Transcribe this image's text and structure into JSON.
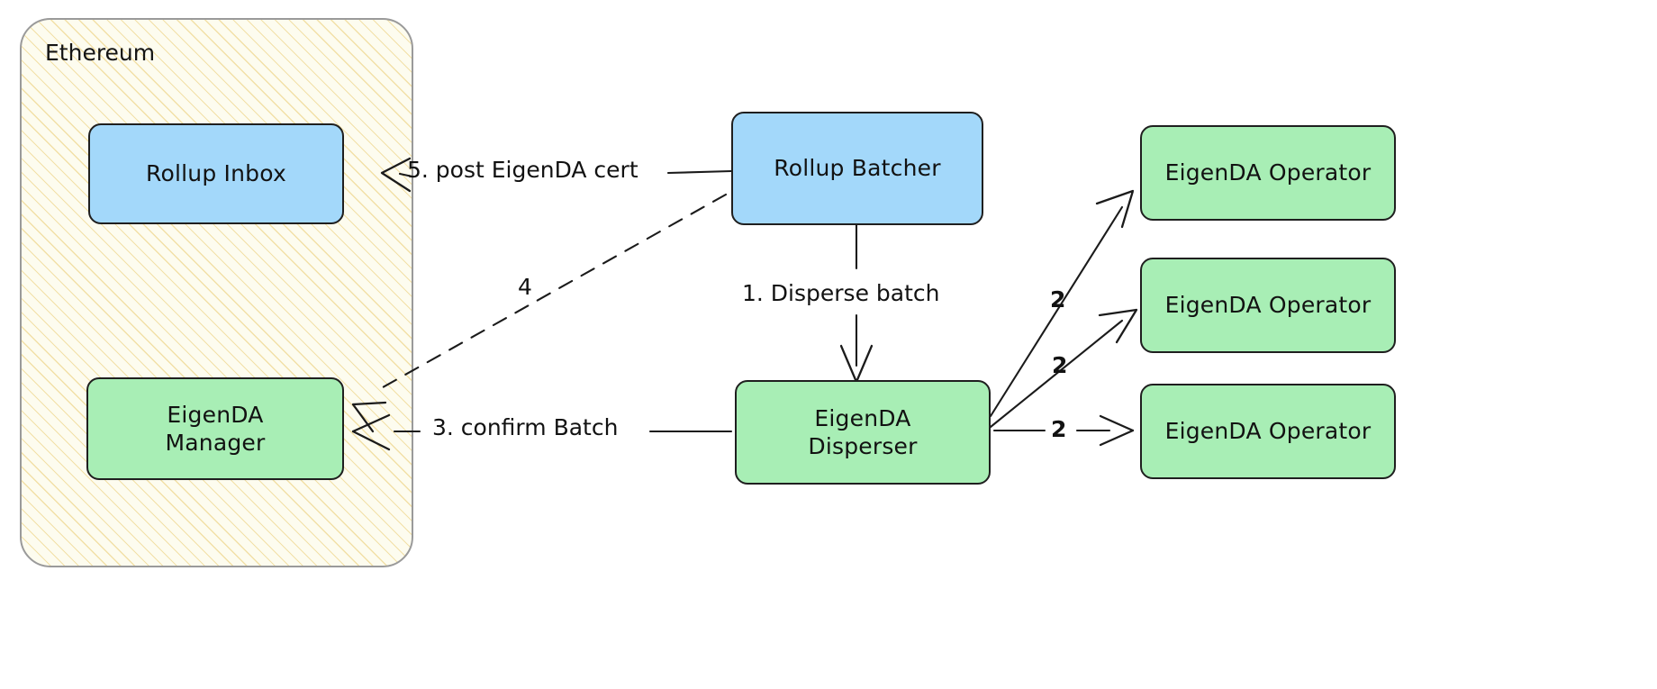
{
  "diagram": {
    "type": "flowchart",
    "cluster": {
      "label": "Ethereum"
    },
    "nodes": [
      {
        "id": "rollup-inbox",
        "label": "Rollup Inbox",
        "color": "#a3d8fa"
      },
      {
        "id": "eigenda-manager",
        "label": "EigenDA\nManager",
        "color": "#a8eeb5"
      },
      {
        "id": "rollup-batcher",
        "label": "Rollup Batcher",
        "color": "#a3d8fa"
      },
      {
        "id": "eigenda-disperser",
        "label": "EigenDA\nDisperser",
        "color": "#a8eeb5"
      },
      {
        "id": "eigenda-operator-1",
        "label": "EigenDA Operator",
        "color": "#a8eeb5"
      },
      {
        "id": "eigenda-operator-2",
        "label": "EigenDA Operator",
        "color": "#a8eeb5"
      },
      {
        "id": "eigenda-operator-3",
        "label": "EigenDA Operator",
        "color": "#a8eeb5"
      }
    ],
    "edges": [
      {
        "id": "e5",
        "from": "rollup-batcher",
        "to": "rollup-inbox",
        "label": "5. post EigenDA cert",
        "style": "solid"
      },
      {
        "id": "e4",
        "from": "rollup-batcher",
        "to": "eigenda-manager",
        "label": "4",
        "style": "dashed"
      },
      {
        "id": "e3",
        "from": "eigenda-disperser",
        "to": "eigenda-manager",
        "label": "3. confirm Batch",
        "style": "solid"
      },
      {
        "id": "e1",
        "from": "rollup-batcher",
        "to": "eigenda-disperser",
        "label": "1. Disperse batch",
        "style": "solid"
      },
      {
        "id": "e2a",
        "from": "eigenda-disperser",
        "to": "eigenda-operator-1",
        "label": "2",
        "style": "solid"
      },
      {
        "id": "e2b",
        "from": "eigenda-disperser",
        "to": "eigenda-operator-2",
        "label": "2",
        "style": "solid"
      },
      {
        "id": "e2c",
        "from": "eigenda-disperser",
        "to": "eigenda-operator-3",
        "label": "2",
        "style": "solid"
      }
    ]
  }
}
